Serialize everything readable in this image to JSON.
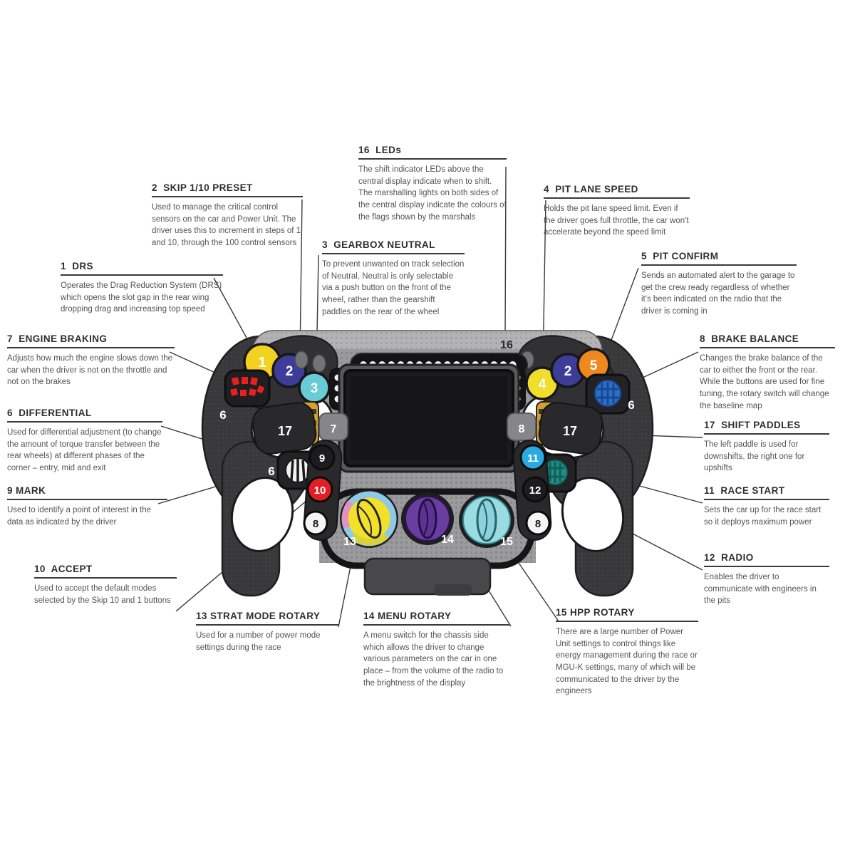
{
  "labels": [
    {
      "id": "drs",
      "header": "1  DRS",
      "body": "Operates the Drag Reduction System (DRS) which opens the slot gap in the rear wing dropping drag and increasing top speed"
    },
    {
      "id": "skip-preset",
      "header": "2  SKIP 1/10 PRESET",
      "body": "Used to manage the critical control sensors on the car and Power Unit. The driver uses this to increment in steps of 1 and 10, through the 100 control sensors"
    },
    {
      "id": "gearbox-neutral",
      "header": "3  GEARBOX NEUTRAL",
      "body": "To prevent unwanted on track selection of Neutral, Neutral is only selectable via a push button on the front of the wheel, rather than the gearshift paddles on the rear of the wheel"
    },
    {
      "id": "pit-lane-speed",
      "header": "4  PIT LANE SPEED",
      "body": "Holds the pit lane speed limit. Even if the driver goes full throttle, the car won't accelerate beyond the speed limit"
    },
    {
      "id": "pit-confirm",
      "header": "5  PIT CONFIRM",
      "body": "Sends an automated alert to the garage to get the crew ready regardless of whether it's been indicated on the radio that the driver is coming in"
    },
    {
      "id": "differential",
      "header": "6  DIFFERENTIAL",
      "body": "Used for differential adjustment (to change the amount of torque transfer between the rear wheels) at different phases of the corner – entry, mid and exit"
    },
    {
      "id": "engine-braking",
      "header": "7  ENGINE BRAKING",
      "body": "Adjusts how much the engine slows down the car when the driver is not on the throttle and not on the brakes"
    },
    {
      "id": "brake-balance",
      "header": "8  BRAKE BALANCE",
      "body": "Changes the brake balance of the car to either the front or the rear. While the buttons are used for fine tuning, the rotary switch will change the baseline map"
    },
    {
      "id": "mark",
      "header": "9 MARK",
      "body": "Used to identify a point of interest in the data as indicated by the driver"
    },
    {
      "id": "accept",
      "header": "10  ACCEPT",
      "body": "Used to accept the default modes selected by the Skip 10 and 1 buttons"
    },
    {
      "id": "race-start",
      "header": "11  RACE START",
      "body": "Sets the car up for the race start so it deploys maximum power"
    },
    {
      "id": "radio",
      "header": "12  RADIO",
      "body": "Enables the driver to communicate with engineers in the pits"
    },
    {
      "id": "strat-mode-rotary",
      "header": "13 STRAT MODE ROTARY",
      "body": "Used for a number of power mode settings during the race"
    },
    {
      "id": "menu-rotary",
      "header": "14 MENU ROTARY",
      "body": "A menu switch for the chassis side which allows the driver to change various parameters on the car in one place – from the volume of the radio to the brightness of the display"
    },
    {
      "id": "hpp-rotary",
      "header": "15 HPP ROTARY",
      "body": "There are a large number of Power Unit settings to control things like energy management during the race or MGU-K settings, many of which will be communicated to the driver by the engineers"
    },
    {
      "id": "leds",
      "header": "16  LEDs",
      "body": "The shift indicator LEDs above the central display indicate when to shift. The marshalling lights on both sides of the central display indicate the colours of the flags shown by the marshals"
    },
    {
      "id": "shift-paddles",
      "header": "17  SHIFT PADDLES",
      "body": "The left paddle is used for downshifts, the right one for upshifts"
    }
  ],
  "wheel": {
    "markers": {
      "b1": "1",
      "b2": "2",
      "b3": "3",
      "b4": "4",
      "b5": "5",
      "b6": "6",
      "b7": "7",
      "b8": "8",
      "b9": "9",
      "b10": "10",
      "b11": "11",
      "b12": "12",
      "b13": "13",
      "b14": "14",
      "b15": "15",
      "b16": "16",
      "b17": "17"
    },
    "colors": {
      "yellow_button": "#f3d11f",
      "navy_button": "#3e3c99",
      "cyan_button": "#69ccd5",
      "orange_button": "#ef881e",
      "red_button": "#e31e24",
      "blue_button": "#29abe2",
      "yellow_rotary": "#f2e02a",
      "purple_rotary": "#6a3da0",
      "cyan_rotary": "#9adce1",
      "amber_rotary": "#d9a02c",
      "teal_rotary": "#1f8f85",
      "blue_rotary": "#2e6fc0",
      "body_dark": "#39393b",
      "panel_grey": "#9b9b9d"
    }
  }
}
